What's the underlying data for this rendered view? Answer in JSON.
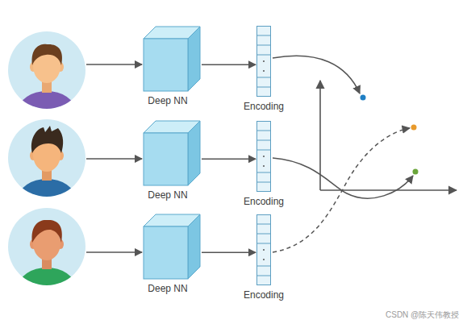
{
  "diagram": {
    "nodes": [
      {
        "text": [
          "Deep NN"
        ]
      },
      {
        "text": [
          "Encoding"
        ]
      },
      {
        "text": [
          "Deep NN"
        ]
      },
      {
        "text": [
          "Encoding"
        ]
      },
      {
        "text": [
          "Deep NN"
        ]
      },
      {
        "text": [
          "Encoding"
        ]
      }
    ],
    "edges": [
      {
        "from": 0,
        "to": 1,
        "arrow": "to"
      },
      {
        "from": 2,
        "to": 3,
        "arrow": "to"
      },
      {
        "from": 4,
        "to": 5,
        "arrow": "to"
      }
    ],
    "labels": [
      "CSDN @陈天伟教授"
    ]
  }
}
